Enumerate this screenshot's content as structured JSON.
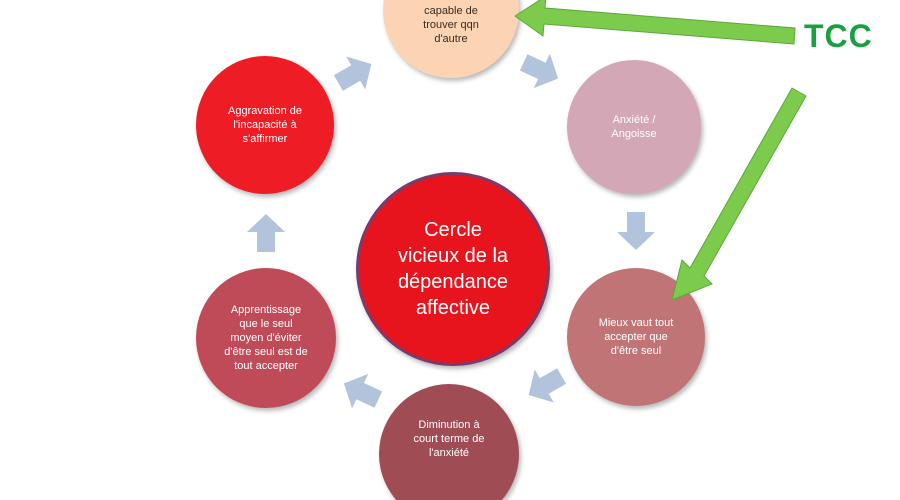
{
  "diagram": {
    "center": {
      "label": "Cercle\nvicieux de la\ndépendance\naffective",
      "color": "#e8141d"
    },
    "nodes": [
      {
        "id": "top",
        "label": "capable de\ntrouver qqn\nd'autre",
        "color": "#fcd4b4"
      },
      {
        "id": "anxiety",
        "label": "Anxiété /\nAngoisse",
        "color": "#d3a7b5"
      },
      {
        "id": "accept",
        "label": "Mieux vaut tout\naccepter que\nd'être seul",
        "color": "#c07475"
      },
      {
        "id": "decrease",
        "label": "Diminution à\ncourt terme de\nl'anxiété",
        "color": "#a04c54"
      },
      {
        "id": "learning",
        "label": "Apprentissage\nque le seul\nmoyen d'éviter\nd'être seul est de\ntout accepter",
        "color": "#c04b58"
      },
      {
        "id": "aggravation",
        "label": "Aggravation de\nl'incapacité à\ns'affirmer",
        "color": "#ee1c24"
      }
    ],
    "cycle_arrow_color": "#b2c3dc",
    "intervention": {
      "label": "TCC",
      "label_color": "#1aa043",
      "arrow_color": "#7ccb4c",
      "targets": [
        "top",
        "accept"
      ]
    }
  }
}
